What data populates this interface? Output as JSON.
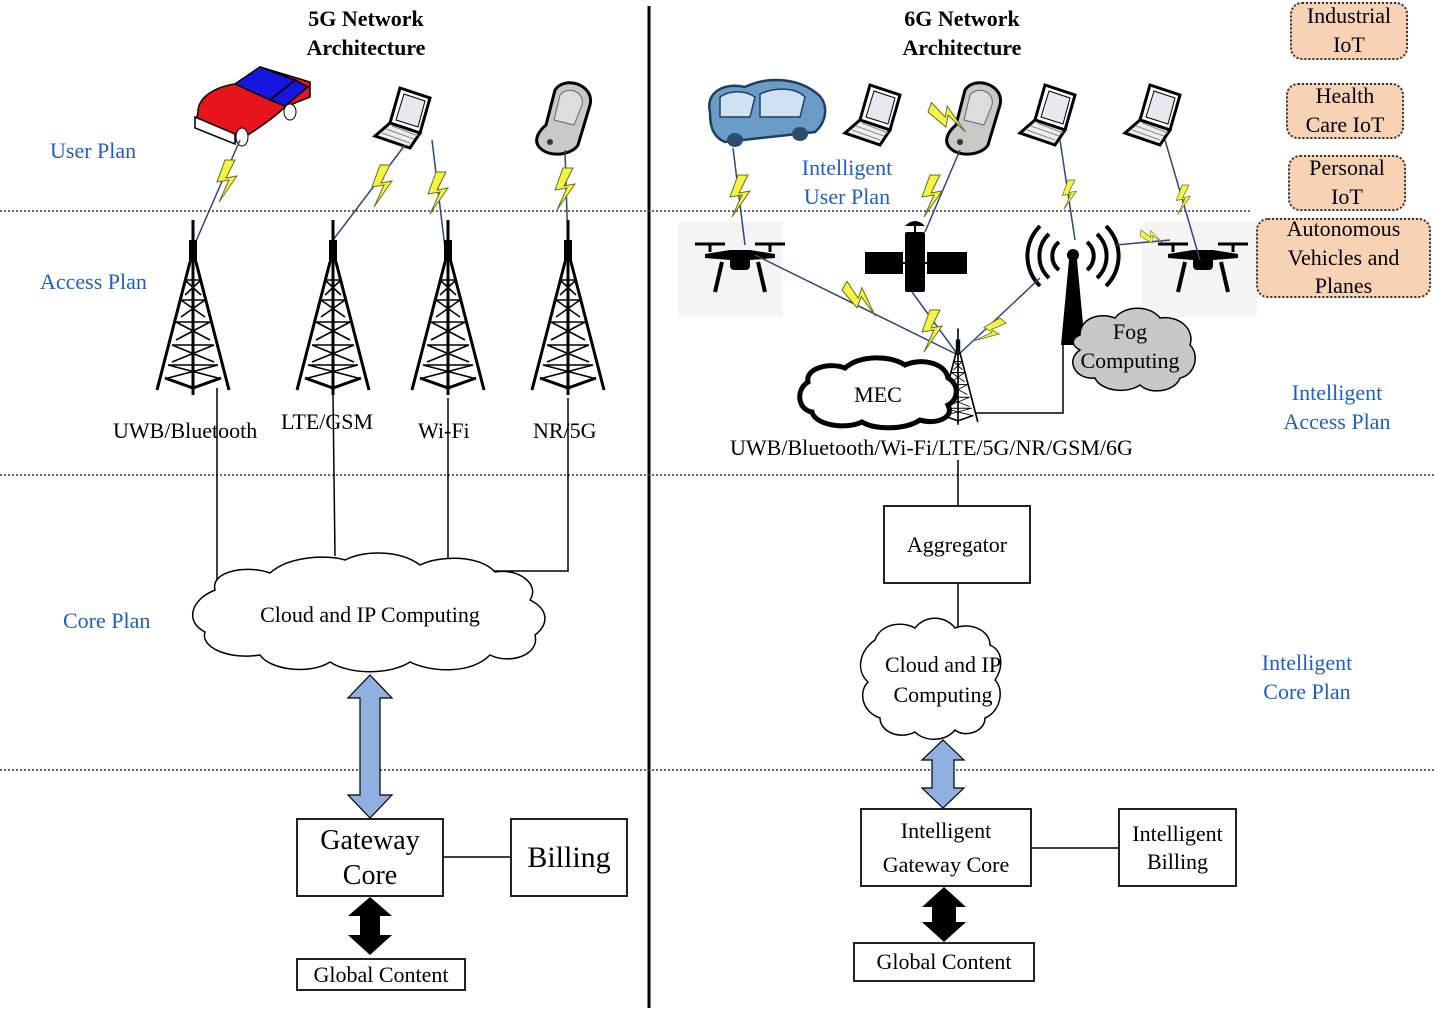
{
  "left": {
    "title_line1": "5G Network",
    "title_line2": "Architecture",
    "layers": {
      "user": "User Plan",
      "access": "Access Plan",
      "core": "Core Plan"
    },
    "devices": [
      "car-icon",
      "laptop-icon",
      "mobile-phone-icon"
    ],
    "towers": [
      {
        "label": "UWB/Bluetooth"
      },
      {
        "label": "LTE/GSM"
      },
      {
        "label": "Wi-Fi"
      },
      {
        "label": "NR/5G"
      }
    ],
    "cloud": "Cloud and IP Computing",
    "gateway_line1": "Gateway",
    "gateway_line2": "Core",
    "billing": "Billing",
    "global_content": "Global Content"
  },
  "right": {
    "title_line1": "6G Network",
    "title_line2": "Architecture",
    "layers": {
      "user_line1": "Intelligent",
      "user_line2": "User Plan",
      "access_line1": "Intelligent",
      "access_line2": "Access Plan",
      "core_line1": "Intelligent",
      "core_line2": "Core Plan"
    },
    "devices": [
      "car-icon",
      "laptop-icon",
      "mobile-phone-icon",
      "laptop-icon",
      "laptop-icon"
    ],
    "access_nodes": [
      "drone-icon",
      "satellite-icon",
      "antenna-icon",
      "drone-icon"
    ],
    "mec": "MEC",
    "fog_line1": "Fog",
    "fog_line2": "Computing",
    "radio_label": "UWB/Bluetooth/Wi-Fi/LTE/5G/NR/GSM/6G",
    "aggregator": "Aggregator",
    "cloud_line1": "Cloud and IP",
    "cloud_line2": "Computing",
    "gateway_line1": "Intelligent",
    "gateway_line2": "Gateway Core",
    "billing_line1": "Intelligent",
    "billing_line2": "Billing",
    "global_content": "Global Content",
    "applications": [
      {
        "line1": "Industrial",
        "line2": "IoT"
      },
      {
        "line1": "Health",
        "line2": "Care IoT"
      },
      {
        "line1": "Personal",
        "line2": "IoT"
      },
      {
        "line1": "Autonomous",
        "line2": "Vehicles and",
        "line3": "Planes"
      }
    ]
  },
  "colors": {
    "layer_label": "#1f5fc4",
    "iot_fill": "#f8d2b4",
    "arrow_fill": "#8fb0e0",
    "lightning": "#f5f542",
    "car_red": "#e8141c",
    "car_blue": "#1616e0",
    "fog_fill": "#c8c8c8"
  }
}
